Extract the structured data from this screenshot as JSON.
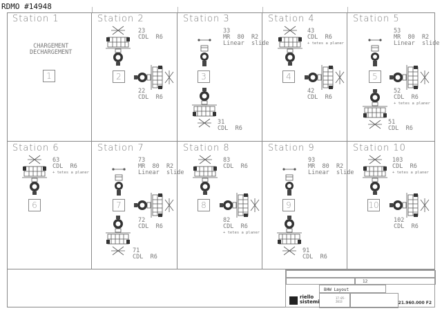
{
  "header": "RDMO #14948",
  "stations": [
    {
      "title": "Station 1",
      "num": "1",
      "note": "CHARGEMENT\nDECHARGEMENT"
    },
    {
      "title": "Station 2",
      "num": "2",
      "units": [
        {
          "label": "23\nCDL  R6"
        },
        {
          "label": "22\nCDL  R6"
        }
      ]
    },
    {
      "title": "Station 3",
      "num": "3",
      "units": [
        {
          "label": "33\nMR  80  R2\nLinear  slide"
        },
        {
          "label": "31\nCDL  R6"
        }
      ]
    },
    {
      "title": "Station 4",
      "num": "4",
      "units": [
        {
          "label": "43\nCDL  R6",
          "sub": "+ tetes a planer"
        },
        {
          "label": "42\nCDL  R6"
        }
      ]
    },
    {
      "title": "Station 5",
      "num": "5",
      "units": [
        {
          "label": "53\nMR  80  R2\nLinear  slide"
        },
        {
          "label": "52\nCDL  R6",
          "sub": "+ tetes a planer"
        },
        {
          "label": "51\nCDL  R6"
        }
      ]
    },
    {
      "title": "Station 6",
      "num": "6",
      "units": [
        {
          "label": "63\nCDL  R6",
          "sub": "+ tetes a planer"
        }
      ]
    },
    {
      "title": "Station 7",
      "num": "7",
      "units": [
        {
          "label": "73\nMR  80  R2\nLinear  slide"
        },
        {
          "label": "72\nCDL  R6"
        },
        {
          "label": "71\nCDL  R6"
        }
      ]
    },
    {
      "title": "Station 8",
      "num": "8",
      "units": [
        {
          "label": "83\nCDL  R6"
        },
        {
          "label": "82\nCDL  R6",
          "sub": "+ tetes a planer"
        }
      ]
    },
    {
      "title": "Station 9",
      "num": "9",
      "units": [
        {
          "label": "93\nMR  80  R2\nLinear  slide"
        },
        {
          "label": "91\nCDL  R6"
        }
      ]
    },
    {
      "title": "Station 10",
      "num": "10",
      "units": [
        {
          "label": "103\nCDL  R6",
          "sub": "+ tetes a planer"
        },
        {
          "label": "102\nCDL  R6"
        }
      ]
    }
  ],
  "title_block": {
    "description": "BHW Layout",
    "sheet": "12",
    "date": "17-05-2013",
    "company_line1": "riello",
    "company_line2": "sistemi",
    "drawing_number": "21.960.000 F2"
  }
}
